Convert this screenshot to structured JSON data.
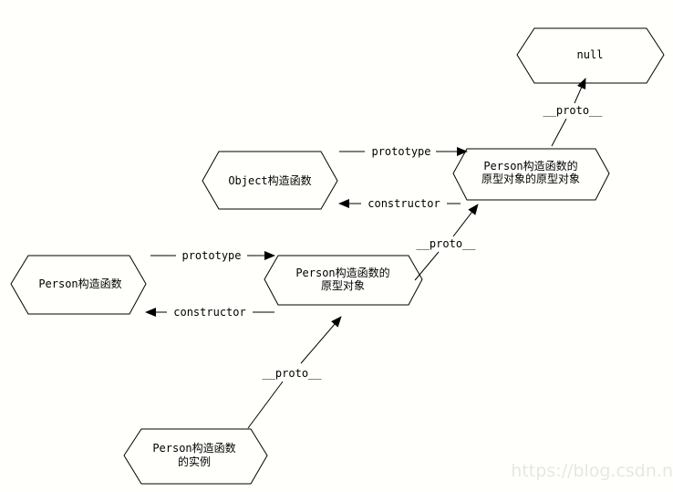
{
  "nodes": {
    "null": {
      "lines": [
        "null"
      ]
    },
    "proto_of_proto": {
      "lines": [
        "Person构造函数的",
        "原型对象的原型对象"
      ]
    },
    "object_ctor": {
      "lines": [
        "Object构造函数"
      ]
    },
    "person_proto": {
      "lines": [
        "Person构造函数的",
        "原型对象"
      ]
    },
    "person_ctor": {
      "lines": [
        "Person构造函数"
      ]
    },
    "person_instance": {
      "lines": [
        "Person构造函数",
        "的实例"
      ]
    }
  },
  "edges": {
    "proto_to_null": "__proto__",
    "object_prototype": "prototype",
    "object_constructor": "constructor",
    "person_proto_to_proto_of_proto": "__proto__",
    "person_prototype": "prototype",
    "person_constructor": "constructor",
    "instance_to_person_proto": "__proto__"
  },
  "watermark": "https://blog.csdn.n"
}
